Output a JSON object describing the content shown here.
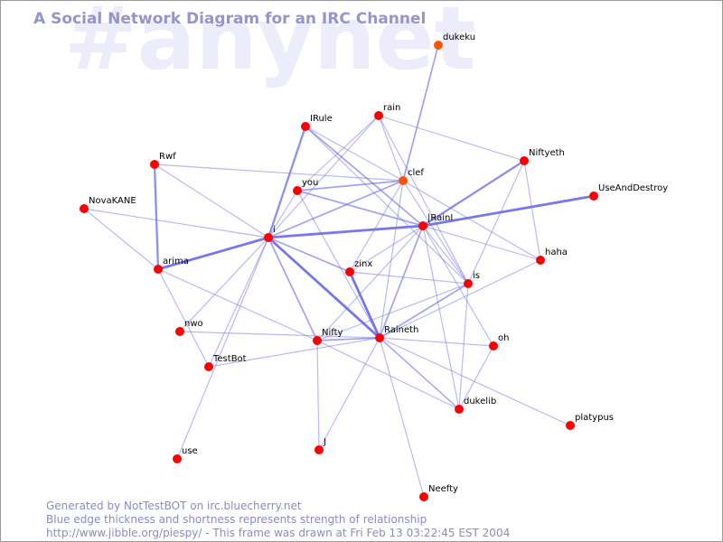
{
  "watermark": "#anynet",
  "title": "A Social Network Diagram for an IRC Channel",
  "footer": {
    "line1": "Generated by NotTestBOT on irc.bluecherry.net",
    "line2": "Blue edge thickness and shortness represents strength of relationship",
    "line3": "http://www.jibble.org/piespy/ - This frame was drawn at Fri Feb 13 03:22:45 EST 2004"
  },
  "colors": {
    "node": "#ff0000",
    "node_highlight": "#ff5500",
    "edge": "#7070ee"
  },
  "nodes": [
    {
      "id": "dukeku",
      "label": "dukeku",
      "highlight": true
    },
    {
      "id": "rain",
      "label": "rain"
    },
    {
      "id": "IRule",
      "label": "IRule"
    },
    {
      "id": "Niftyeth",
      "label": "Niftyeth"
    },
    {
      "id": "Rwf",
      "label": "Rwf"
    },
    {
      "id": "clef",
      "label": "clef",
      "highlight": true
    },
    {
      "id": "you",
      "label": "you"
    },
    {
      "id": "UseAndDestroy",
      "label": "UseAndDestroy"
    },
    {
      "id": "NovaKANE",
      "label": "NovaKANE"
    },
    {
      "id": "IRainI",
      "label": "|RainI"
    },
    {
      "id": "i",
      "label": "i"
    },
    {
      "id": "haha",
      "label": "haha"
    },
    {
      "id": "arima",
      "label": "arima"
    },
    {
      "id": "zinx",
      "label": "zinx"
    },
    {
      "id": "is",
      "label": "is"
    },
    {
      "id": "nwo",
      "label": "nwo"
    },
    {
      "id": "Nifty",
      "label": "Nifty"
    },
    {
      "id": "Raineth",
      "label": "Raineth"
    },
    {
      "id": "oh",
      "label": "oh"
    },
    {
      "id": "TestBot",
      "label": "TestBot"
    },
    {
      "id": "dukelib",
      "label": "dukelib"
    },
    {
      "id": "platypus",
      "label": "platypus"
    },
    {
      "id": "J",
      "label": "J"
    },
    {
      "id": "use",
      "label": "use"
    },
    {
      "id": "Neefty",
      "label": "Neefty"
    }
  ],
  "edges": [
    {
      "from": "dukeku",
      "to": "clef",
      "strength": 2
    },
    {
      "from": "rain",
      "to": "you",
      "strength": 1
    },
    {
      "from": "rain",
      "to": "clef",
      "strength": 1
    },
    {
      "from": "rain",
      "to": "Niftyeth",
      "strength": 1
    },
    {
      "from": "rain",
      "to": "i",
      "strength": 1
    },
    {
      "from": "rain",
      "to": "is",
      "strength": 1
    },
    {
      "from": "IRule",
      "to": "i",
      "strength": 3
    },
    {
      "from": "IRule",
      "to": "IRainI",
      "strength": 2
    },
    {
      "from": "IRule",
      "to": "clef",
      "strength": 1
    },
    {
      "from": "IRule",
      "to": "is",
      "strength": 1
    },
    {
      "from": "Rwf",
      "to": "arima",
      "strength": 3
    },
    {
      "from": "Rwf",
      "to": "i",
      "strength": 1
    },
    {
      "from": "Rwf",
      "to": "clef",
      "strength": 1
    },
    {
      "from": "NovaKANE",
      "to": "i",
      "strength": 1
    },
    {
      "from": "NovaKANE",
      "to": "arima",
      "strength": 1
    },
    {
      "from": "you",
      "to": "clef",
      "strength": 2
    },
    {
      "from": "you",
      "to": "IRainI",
      "strength": 2
    },
    {
      "from": "you",
      "to": "Raineth",
      "strength": 1
    },
    {
      "from": "you",
      "to": "i",
      "strength": 1
    },
    {
      "from": "clef",
      "to": "i",
      "strength": 2
    },
    {
      "from": "clef",
      "to": "Raineth",
      "strength": 1
    },
    {
      "from": "clef",
      "to": "haha",
      "strength": 1
    },
    {
      "from": "clef",
      "to": "zinx",
      "strength": 1
    },
    {
      "from": "clef",
      "to": "is",
      "strength": 1
    },
    {
      "from": "Niftyeth",
      "to": "IRainI",
      "strength": 3
    },
    {
      "from": "Niftyeth",
      "to": "haha",
      "strength": 1
    },
    {
      "from": "Niftyeth",
      "to": "is",
      "strength": 1
    },
    {
      "from": "UseAndDestroy",
      "to": "IRainI",
      "strength": 4
    },
    {
      "from": "IRainI",
      "to": "i",
      "strength": 4
    },
    {
      "from": "IRainI",
      "to": "Raineth",
      "strength": 2
    },
    {
      "from": "IRainI",
      "to": "Nifty",
      "strength": 1
    },
    {
      "from": "IRainI",
      "to": "haha",
      "strength": 1
    },
    {
      "from": "IRainI",
      "to": "oh",
      "strength": 1
    },
    {
      "from": "IRainI",
      "to": "is",
      "strength": 1
    },
    {
      "from": "IRainI",
      "to": "zinx",
      "strength": 1
    },
    {
      "from": "IRainI",
      "to": "dukelib",
      "strength": 1
    },
    {
      "from": "i",
      "to": "arima",
      "strength": 4
    },
    {
      "from": "i",
      "to": "Raineth",
      "strength": 4
    },
    {
      "from": "i",
      "to": "Nifty",
      "strength": 2
    },
    {
      "from": "i",
      "to": "zinx",
      "strength": 2
    },
    {
      "from": "i",
      "to": "nwo",
      "strength": 1
    },
    {
      "from": "i",
      "to": "TestBot",
      "strength": 1
    },
    {
      "from": "i",
      "to": "use",
      "strength": 1
    },
    {
      "from": "i",
      "to": "dukelib",
      "strength": 1
    },
    {
      "from": "zinx",
      "to": "Raineth",
      "strength": 4
    },
    {
      "from": "zinx",
      "to": "is",
      "strength": 1
    },
    {
      "from": "is",
      "to": "Raineth",
      "strength": 2
    },
    {
      "from": "is",
      "to": "Nifty",
      "strength": 1
    },
    {
      "from": "is",
      "to": "dukelib",
      "strength": 1
    },
    {
      "from": "haha",
      "to": "Raineth",
      "strength": 1
    },
    {
      "from": "arima",
      "to": "Nifty",
      "strength": 1
    },
    {
      "from": "arima",
      "to": "TestBot",
      "strength": 1
    },
    {
      "from": "nwo",
      "to": "Raineth",
      "strength": 1
    },
    {
      "from": "Nifty",
      "to": "Raineth",
      "strength": 2
    },
    {
      "from": "Nifty",
      "to": "J",
      "strength": 1
    },
    {
      "from": "Nifty",
      "to": "dukelib",
      "strength": 1
    },
    {
      "from": "TestBot",
      "to": "Raineth",
      "strength": 1
    },
    {
      "from": "Raineth",
      "to": "J",
      "strength": 1
    },
    {
      "from": "Raineth",
      "to": "oh",
      "strength": 1
    },
    {
      "from": "Raineth",
      "to": "dukelib",
      "strength": 1
    },
    {
      "from": "Raineth",
      "to": "platypus",
      "strength": 1
    },
    {
      "from": "Raineth",
      "to": "Neefty",
      "strength": 1
    },
    {
      "from": "oh",
      "to": "dukelib",
      "strength": 1
    }
  ]
}
